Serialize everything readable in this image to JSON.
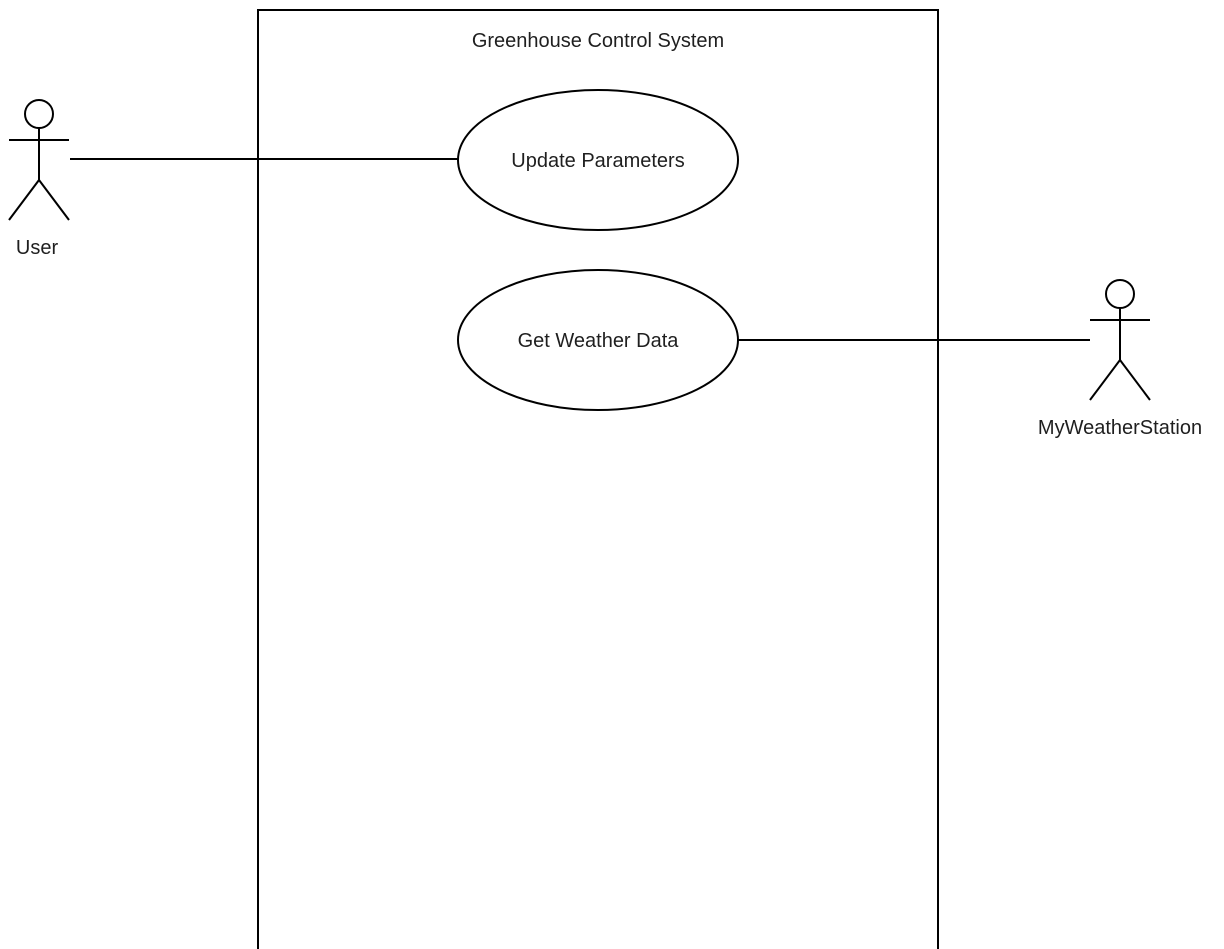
{
  "diagram": {
    "type": "uml-use-case",
    "system": {
      "title": "Greenhouse Control System"
    },
    "use_cases": [
      {
        "label": "Update Parameters"
      },
      {
        "label": "Get Weather Data"
      }
    ],
    "actors": [
      {
        "label": "User"
      },
      {
        "label": "MyWeatherStation"
      }
    ],
    "associations": [
      {
        "actor": "User",
        "use_case": "Update Parameters"
      },
      {
        "actor": "MyWeatherStation",
        "use_case": "Get Weather Data"
      }
    ]
  }
}
